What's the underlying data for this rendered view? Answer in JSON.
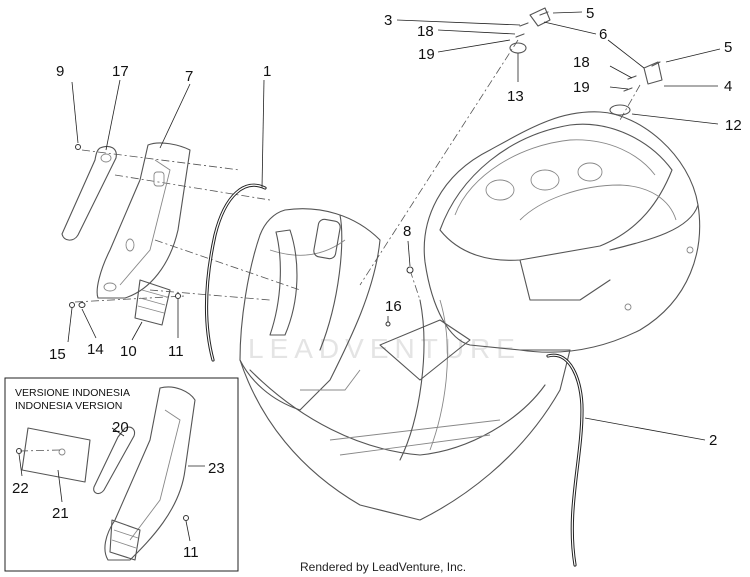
{
  "diagram": {
    "inset_title_line1": "VERSIONE INDONESIA",
    "inset_title_line2": "INDONESIA VERSION",
    "watermark": "LEADVENTURE",
    "footer": "Rendered by LeadVenture, Inc.",
    "callouts": {
      "c1": "1",
      "c2": "2",
      "c3": "3",
      "c4": "4",
      "c5a": "5",
      "c5b": "5",
      "c6": "6",
      "c7": "7",
      "c8": "8",
      "c9": "9",
      "c10": "10",
      "c11a": "11",
      "c11b": "11",
      "c12": "12",
      "c13": "13",
      "c14": "14",
      "c15": "15",
      "c16": "16",
      "c17": "17",
      "c18a": "18",
      "c18b": "18",
      "c19a": "19",
      "c19b": "19",
      "c20": "20",
      "c21": "21",
      "c22": "22",
      "c23": "23"
    }
  }
}
